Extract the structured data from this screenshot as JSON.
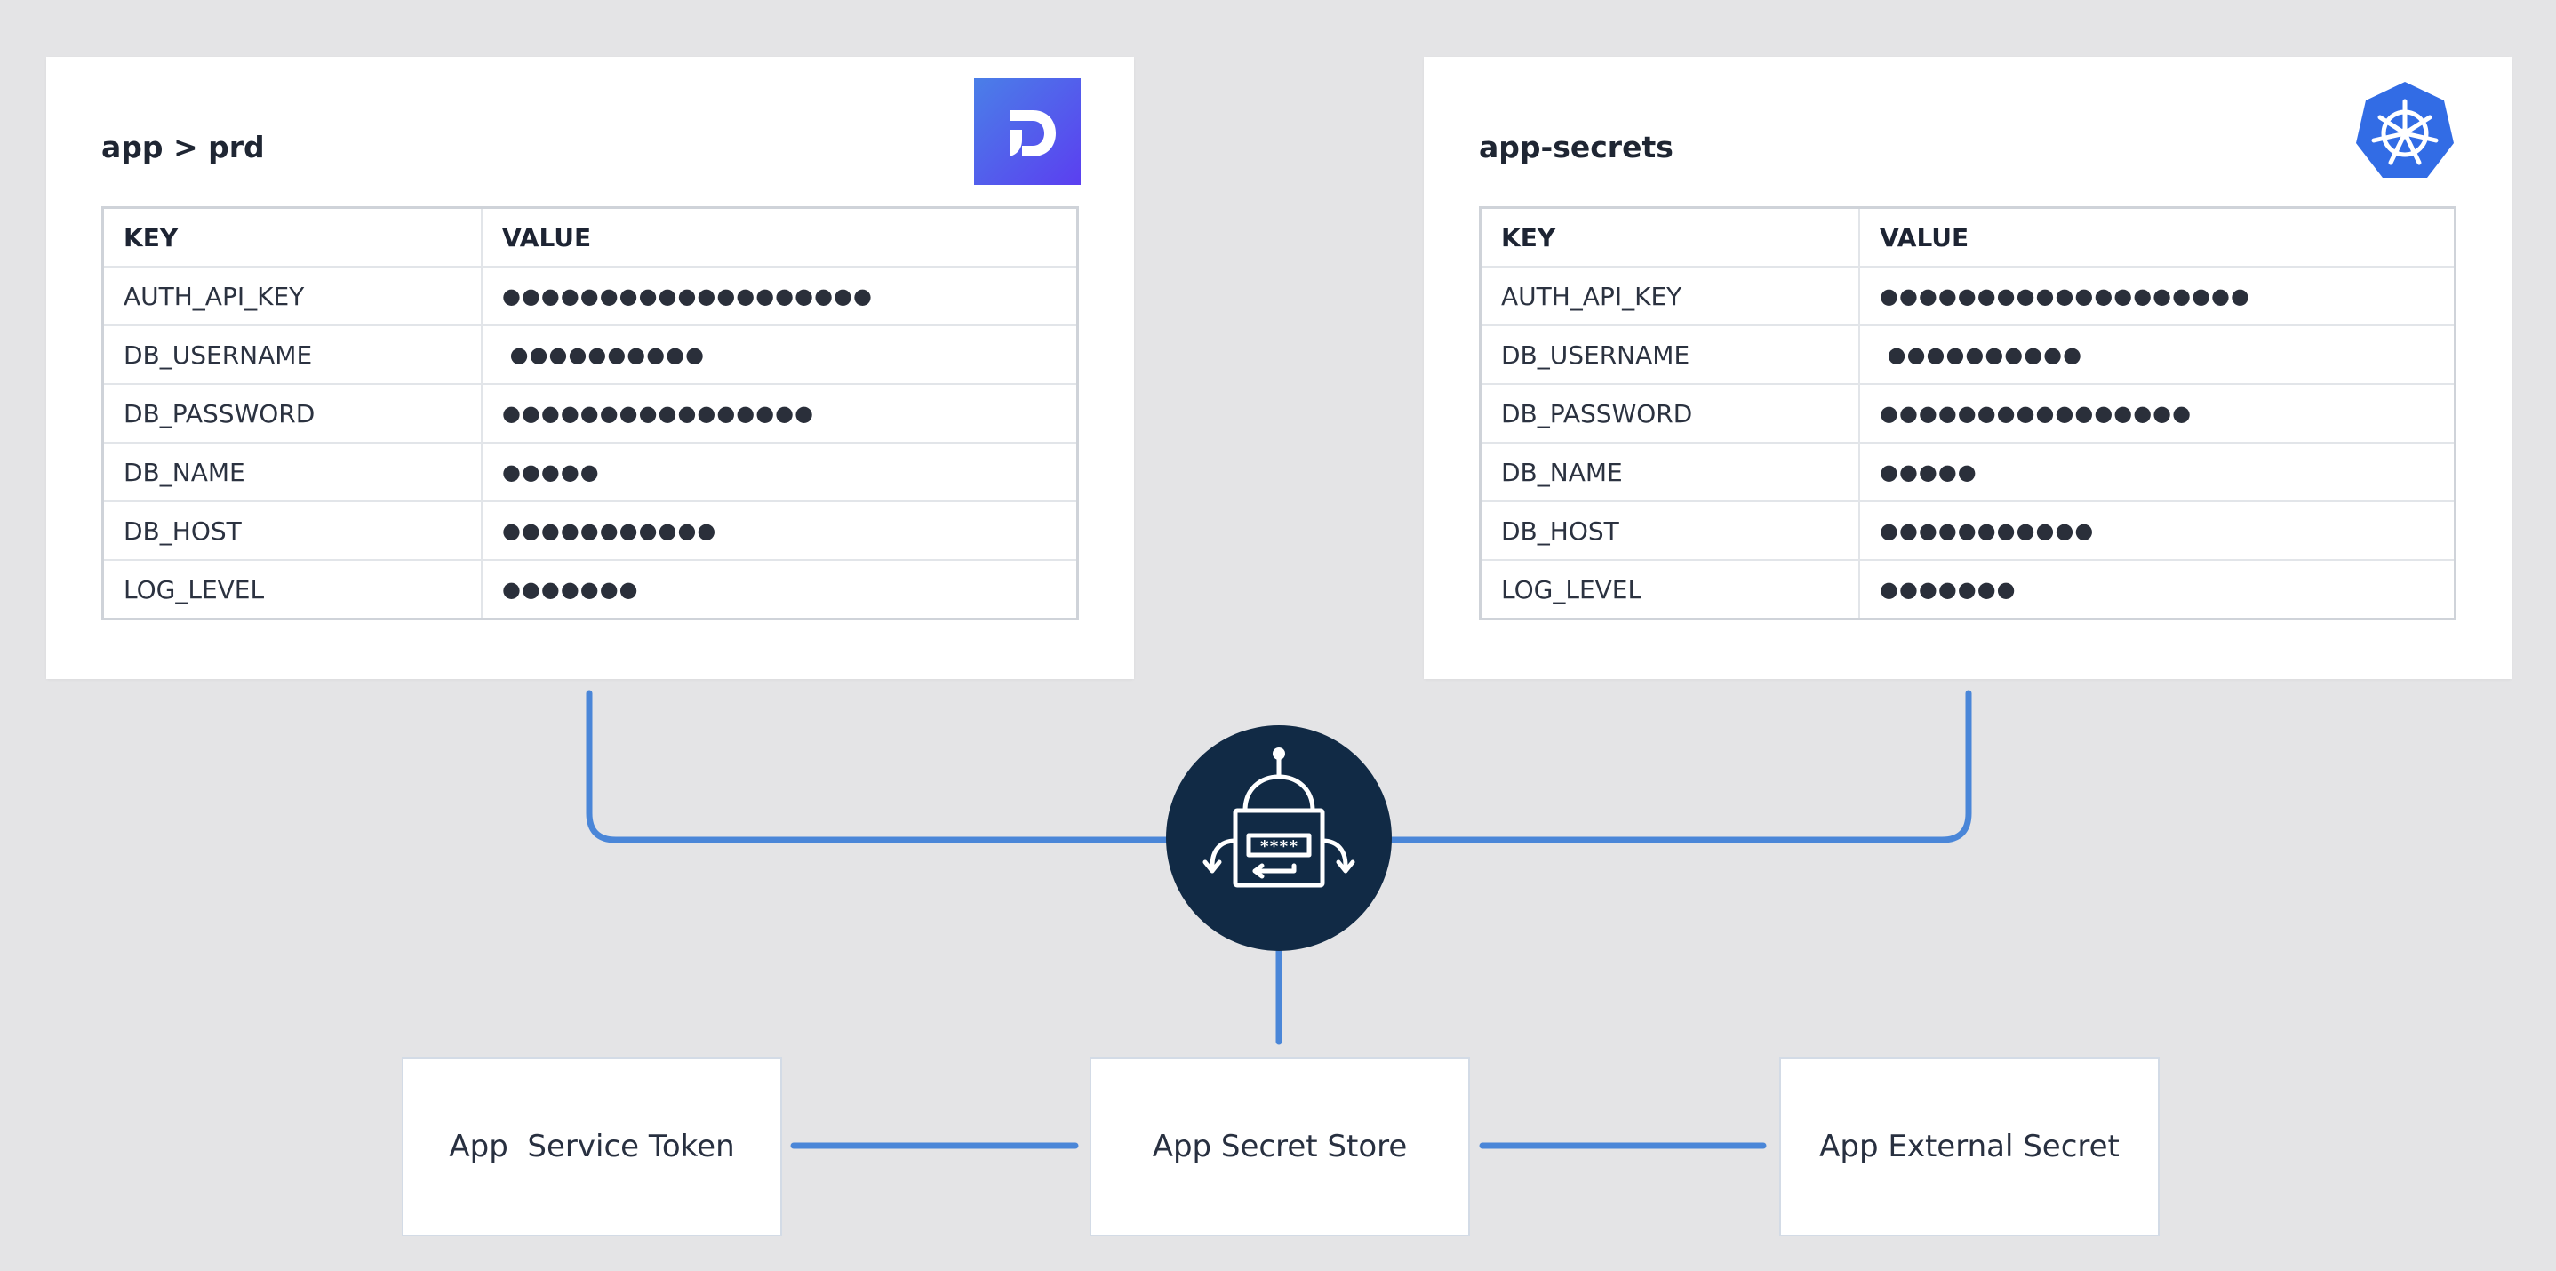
{
  "left_panel": {
    "title": "app > prd",
    "logo_icon": "doppler-logo-icon",
    "headers": {
      "key": "KEY",
      "value": "VALUE"
    },
    "rows": [
      {
        "key": "AUTH_API_KEY",
        "value": "●●●●●●●●●●●●●●●●●●●"
      },
      {
        "key": "DB_USERNAME",
        "value": " ●●●●●●●●●●"
      },
      {
        "key": "DB_PASSWORD",
        "value": "●●●●●●●●●●●●●●●●"
      },
      {
        "key": "DB_NAME",
        "value": "●●●●●"
      },
      {
        "key": "DB_HOST",
        "value": "●●●●●●●●●●●"
      },
      {
        "key": "LOG_LEVEL",
        "value": "●●●●●●●"
      }
    ]
  },
  "right_panel": {
    "title": "app-secrets",
    "logo_icon": "kubernetes-logo-icon",
    "headers": {
      "key": "KEY",
      "value": "VALUE"
    },
    "rows": [
      {
        "key": "AUTH_API_KEY",
        "value": "●●●●●●●●●●●●●●●●●●●"
      },
      {
        "key": "DB_USERNAME",
        "value": " ●●●●●●●●●●"
      },
      {
        "key": "DB_PASSWORD",
        "value": "●●●●●●●●●●●●●●●●"
      },
      {
        "key": "DB_NAME",
        "value": "●●●●●"
      },
      {
        "key": "DB_HOST",
        "value": "●●●●●●●●●●●"
      },
      {
        "key": "LOG_LEVEL",
        "value": "●●●●●●●"
      }
    ]
  },
  "operator": {
    "icon": "secrets-operator-robot-icon",
    "mask": "****"
  },
  "boxes": {
    "service_token": "App  Service Token",
    "secret_store": "App Secret Store",
    "external_secret": "App External Secret"
  },
  "colors": {
    "background": "#e4e4e6",
    "connector": "#4a86d8",
    "operator_bg": "#112a45",
    "doppler_gradient": [
      "#4a7fe8",
      "#5b3ff0"
    ],
    "kubernetes": "#326ce5"
  }
}
